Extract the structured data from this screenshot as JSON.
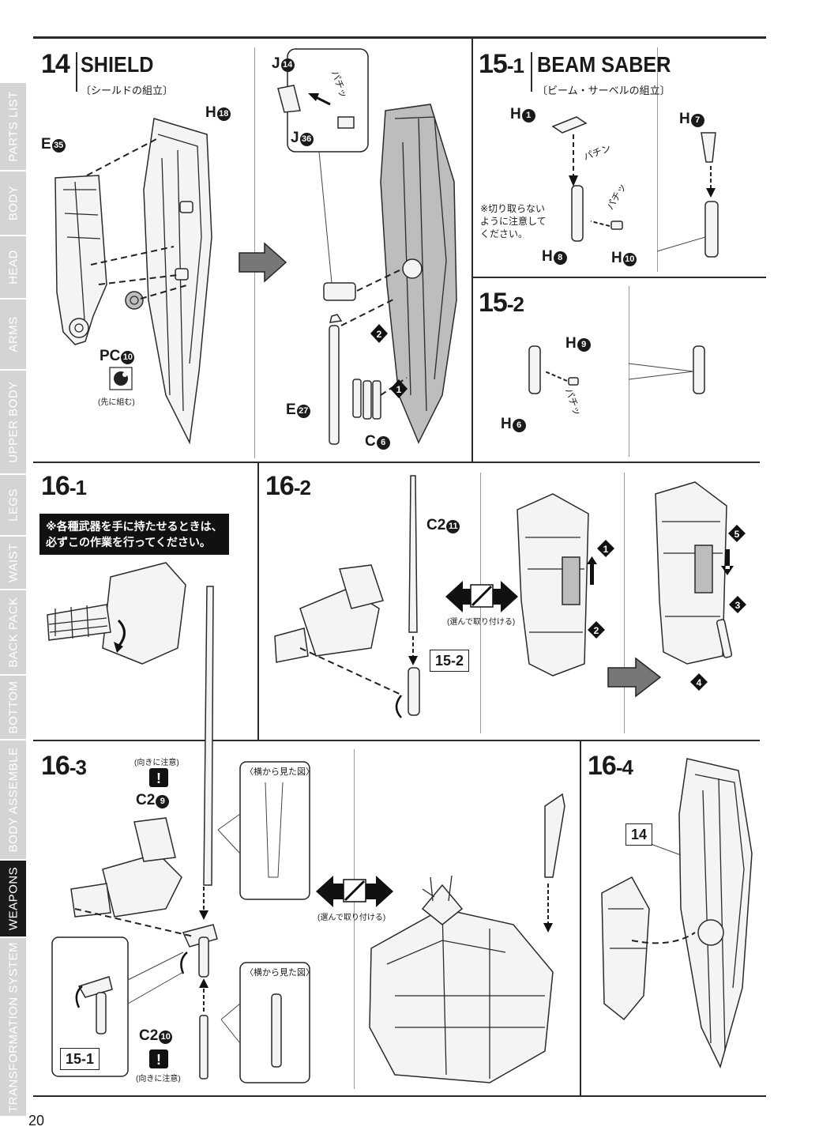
{
  "sidebar": {
    "tabs": [
      "PARTS LIST",
      "BODY",
      "HEAD",
      "ARMS",
      "UPPER BODY",
      "LEGS",
      "WAIST",
      "BACK PACK",
      "BOTTOM",
      "BODY ASSEMBLE",
      "WEAPONS",
      "TRANSFORMATION SYSTEM"
    ],
    "active": "WEAPONS"
  },
  "page_number": "20",
  "step14": {
    "number": "14",
    "title": "SHIELD",
    "subtitle": "〔シールドの組立〕",
    "parts": {
      "e35": "E",
      "h18": "H",
      "pc10": "PC",
      "j14": "J",
      "j36": "J",
      "e27": "E",
      "c6": "C"
    },
    "pc_note": "(先に組む)",
    "click_sound": "パチッ",
    "order": [
      "2",
      "1"
    ]
  },
  "step15_1": {
    "number": "15",
    "sub": "-1",
    "title": "BEAM SABER",
    "subtitle": "〔ビーム・サーベルの組立〕",
    "parts": {
      "h1": "H",
      "h7": "H",
      "h8": "H",
      "h10": "H"
    },
    "sound": "パチン",
    "sound2": "パチッ",
    "note": "※切り取らない\nように注意して\nください。"
  },
  "step15_2": {
    "number": "15",
    "sub": "-2",
    "parts": {
      "h9": "H",
      "h6": "H"
    },
    "sound": "パチッ"
  },
  "step16_1": {
    "number": "16",
    "sub": "-1",
    "warning": "※各種武器を手に持たせるときは、\n必ずこの作業を行ってください。"
  },
  "step16_2": {
    "number": "16",
    "sub": "-2",
    "parts": {
      "c2_11": "C2"
    },
    "choose_note": "(選んで取り付ける)",
    "ref": "15-2",
    "order": [
      "1",
      "2",
      "3",
      "4",
      "5"
    ]
  },
  "step16_3": {
    "number": "16",
    "sub": "-3",
    "parts": {
      "c2_9": "C2",
      "c2_10": "C2"
    },
    "orientation_note": "(向きに注意)",
    "side_view": "〈横から見た図〉",
    "choose_note": "(選んで取り付ける)",
    "ref": "15-1"
  },
  "step16_4": {
    "number": "16",
    "sub": "-4",
    "ref": "14"
  }
}
